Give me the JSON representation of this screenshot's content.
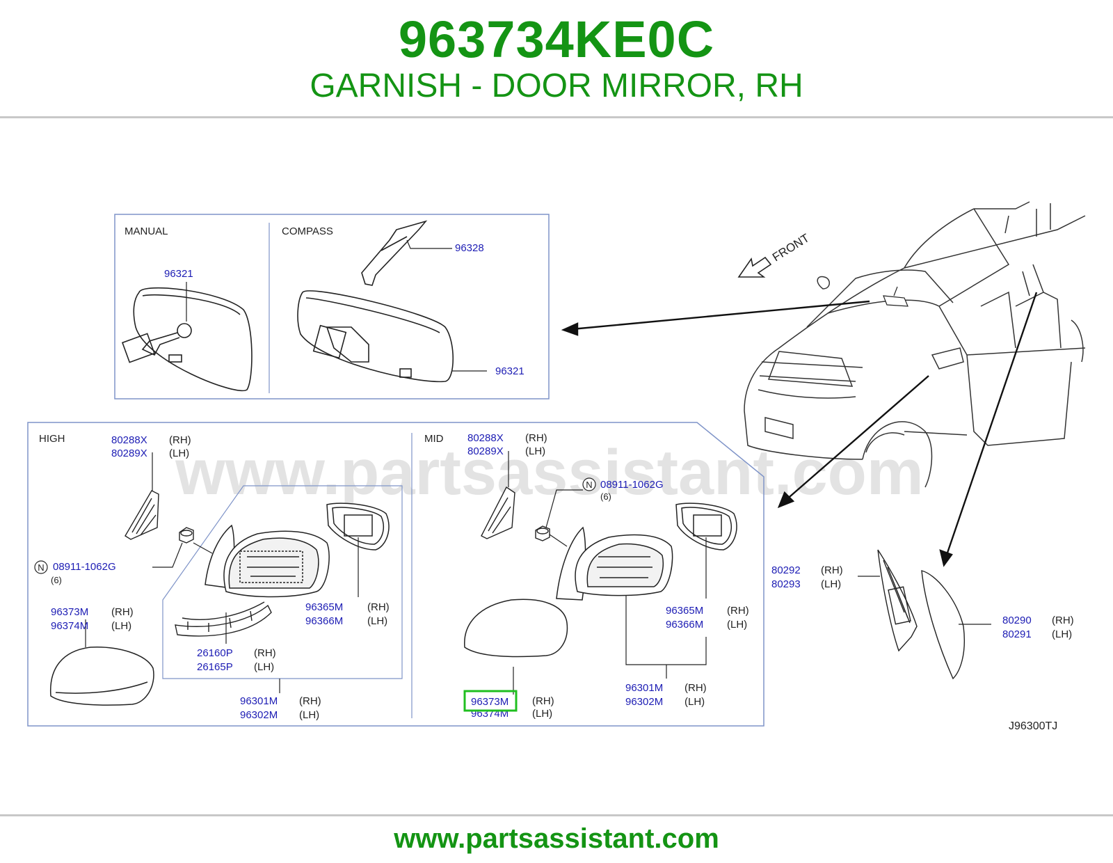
{
  "header": {
    "part_number": "963734KE0C",
    "part_name": "GARNISH - DOOR MIRROR, RH"
  },
  "footer": {
    "website": "www.partsassistant.com"
  },
  "diagram": {
    "watermark": "www.partsassistant.com",
    "front_label": "FRONT",
    "diagram_code": "J96300TJ",
    "highlight_color": "#1fbf1f",
    "part_color": "#1c1cb4",
    "box_color": "#7f94c8",
    "sections": {
      "manual": "MANUAL",
      "compass": "COMPASS",
      "high": "HIGH",
      "mid": "MID"
    },
    "callouts": {
      "p96321_manual": "96321",
      "p96328": "96328",
      "p96321_compass": "96321",
      "high_80288x": "80288X",
      "high_80288x_side": "(RH)",
      "high_80289x": "80289X",
      "high_80289x_side": "(LH)",
      "high_nut_symbol": "N",
      "high_nut": "08911-1062G",
      "high_nut_qty": "(6)",
      "high_96373m": "96373M",
      "high_96373m_side": "(RH)",
      "high_96374m": "96374M",
      "high_96374m_side": "(LH)",
      "high_96365m": "96365M",
      "high_96365m_side": "(RH)",
      "high_96366m": "96366M",
      "high_96366m_side": "(LH)",
      "high_26160p": "26160P",
      "high_26160p_side": "(RH)",
      "high_26165p": "26165P",
      "high_26165p_side": "(LH)",
      "high_96301m": "96301M",
      "high_96301m_side": "(RH)",
      "high_96302m": "96302M",
      "high_96302m_side": "(LH)",
      "mid_80288x": "80288X",
      "mid_80288x_side": "(RH)",
      "mid_80289x": "80289X",
      "mid_80289x_side": "(LH)",
      "mid_nut_symbol": "N",
      "mid_nut": "08911-1062G",
      "mid_nut_qty": "(6)",
      "mid_96365m": "96365M",
      "mid_96365m_side": "(RH)",
      "mid_96366m": "96366M",
      "mid_96366m_side": "(LH)",
      "mid_96301m": "96301M",
      "mid_96301m_side": "(RH)",
      "mid_96302m": "96302M",
      "mid_96302m_side": "(LH)",
      "mid_96373m": "96373M",
      "mid_96373m_side": "(RH)",
      "mid_96374m": "96374M",
      "mid_96374m_side": "(LH)",
      "p80292": "80292",
      "p80292_side": "(RH)",
      "p80293": "80293",
      "p80293_side": "(LH)",
      "p80290": "80290",
      "p80290_side": "(RH)",
      "p80291": "80291",
      "p80291_side": "(LH)"
    }
  }
}
